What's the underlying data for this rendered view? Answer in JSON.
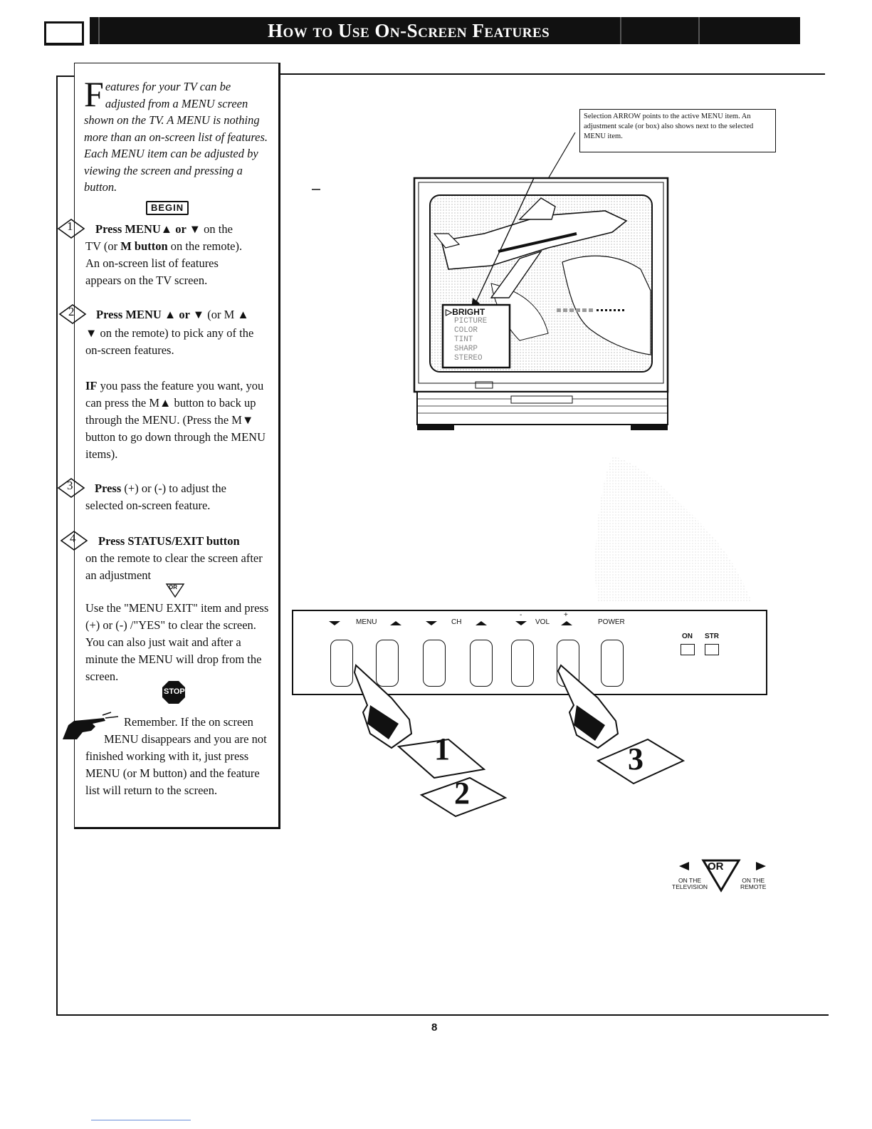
{
  "header": {
    "title": "How to Use On-Screen Features"
  },
  "intro": {
    "dropcap": "F",
    "text": "eatures for your TV can be adjusted from a MENU screen shown on the TV. A MENU is nothing more than an on-screen list of features. Each MENU item can be adjusted by viewing the screen and pressing a button."
  },
  "begin_label": "BEGIN",
  "steps": [
    {
      "number": "1",
      "lead": "Press MENU▲ or ▼",
      "line1_rest": " on the",
      "line2_a": "TV (or ",
      "line2_b": "M button",
      "line2_c": " on the remote).",
      "rest": "An on-screen list of features appears on the TV screen."
    },
    {
      "number": "2",
      "lead": "Press MENU ▲ or ▼",
      "line1_rest": " (or M ▲",
      "rest": "▼ on the remote) to pick any of the on-screen features."
    },
    {
      "number": "3",
      "lead": "Press",
      "line1_rest": " (+) or (-) to adjust the",
      "rest": "selected on-screen feature."
    },
    {
      "number": "4",
      "lead": "Press STATUS/EXIT button",
      "rest": "on the remote to clear the screen after an adjustment"
    }
  ],
  "if_note": {
    "lead": "IF",
    "text": " you pass the feature you want, you can press the M▲ button to back up through the MENU. (Press the M▼ button to go down through the MENU items)."
  },
  "or_label": "OR",
  "menu_exit_note": "Use the \"MENU EXIT\" item and press (+) or (-) /\"YES\" to clear the screen. You can also just wait and after a minute the MENU will drop from the screen.",
  "stop_label": "STOP",
  "remember_note": {
    "first": "Remember. If the on screen",
    "rest": "MENU disappears and you are not finished working with it, just press MENU (or M button) and the feature list will return to the screen."
  },
  "callout": "Selection ARROW points to the active MENU item. An adjustment scale (or box) also shows next to the selected MENU item.",
  "tv_menu": {
    "items": [
      "BRIGHT",
      "PICTURE",
      "COLOR",
      "TINT",
      "SHARP",
      "STEREO"
    ],
    "selection_arrow": "▷"
  },
  "control_panel": {
    "menu": "MENU",
    "ch": "CH",
    "vol": "VOL",
    "power": "POWER",
    "on": "ON",
    "str": "STR",
    "minus": "-",
    "plus": "+"
  },
  "hand_numbers": [
    "1",
    "2",
    "3"
  ],
  "or_legend": {
    "or": "OR",
    "left_line1": "ON THE",
    "left_line2": "TELEVISION",
    "right_line1": "ON THE",
    "right_line2": "REMOTE"
  },
  "page_number": "8"
}
